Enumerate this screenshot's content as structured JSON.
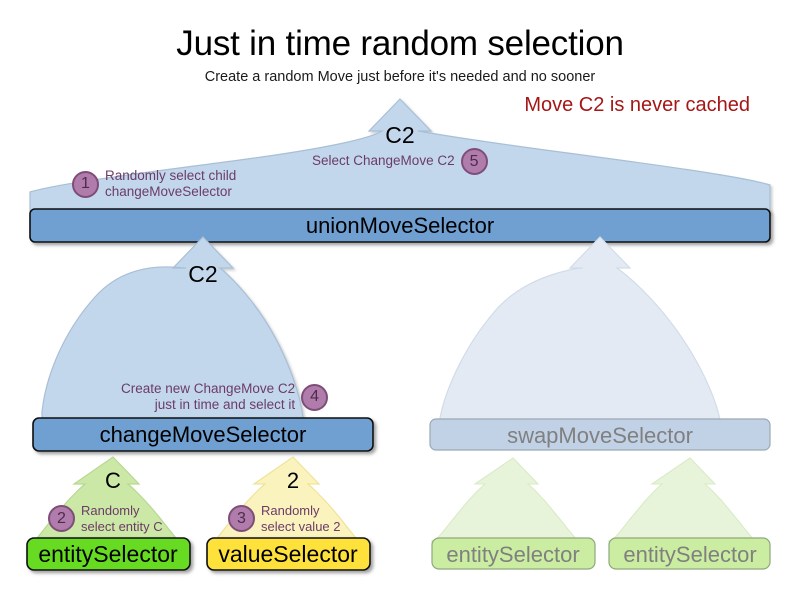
{
  "header": {
    "title": "Just in time random selection",
    "subtitle": "Create a random Move just before it's needed and no sooner",
    "note": "Move C2 is never cached",
    "note_color": "#A51616"
  },
  "colors": {
    "arrow_blue_fill": "#C3D7EC",
    "arrow_blue_stroke": "#A8BFD6",
    "arrow_blue_ghost_fill": "#E3EAF3",
    "bar_blue_fill": "#6F9FD2",
    "bar_blue_stroke": "#111111",
    "bar_blue_ghost_fill": "#C2D2E6",
    "bar_blue_ghost_stroke": "#9AA7B5",
    "arrow_green_fill": "#CBE8A6",
    "arrow_green_stroke": "#B7D893",
    "arrow_green_ghost_fill": "#E7F4D9",
    "chip_green_fill": "#66DB22",
    "chip_green_ghost_fill": "#CBEDA1",
    "arrow_yellow_fill": "#FBF3BE",
    "arrow_yellow_stroke": "#EFE399",
    "chip_yellow_fill": "#FFE13B",
    "badge_fill": "#B07CAC",
    "badge_stroke": "#7E4E79",
    "anno_text": "#6B3C66",
    "ghost_text": "#808080"
  },
  "flow_labels": {
    "top": "C2",
    "union_to_change": "C2",
    "entity": "C",
    "value": "2"
  },
  "bars": {
    "union": {
      "label": "unionMoveSelector",
      "ghost": false
    },
    "change": {
      "label": "changeMoveSelector",
      "ghost": false
    },
    "swap": {
      "label": "swapMoveSelector",
      "ghost": true
    }
  },
  "chips": {
    "entity": {
      "label": "entitySelector",
      "ghost": false
    },
    "value": {
      "label": "valueSelector",
      "ghost": false
    },
    "swap_entity_left": {
      "label": "entitySelector",
      "ghost": true
    },
    "swap_entity_right": {
      "label": "entitySelector",
      "ghost": true
    }
  },
  "annotations": [
    {
      "id": "step1",
      "number": "1",
      "lines": [
        "Randomly select child",
        "changeMoveSelector"
      ],
      "number_side": "left"
    },
    {
      "id": "step5",
      "number": "5",
      "lines": [
        "Select ChangeMove C2"
      ],
      "number_side": "right"
    },
    {
      "id": "step4",
      "number": "4",
      "lines": [
        "Create new ChangeMove C2",
        "just in time and select it"
      ],
      "number_side": "right"
    },
    {
      "id": "step2",
      "number": "2",
      "lines": [
        "Randomly",
        "select entity C"
      ],
      "number_side": "left"
    },
    {
      "id": "step3",
      "number": "3",
      "lines": [
        "Randomly",
        "select value 2"
      ],
      "number_side": "left"
    }
  ]
}
